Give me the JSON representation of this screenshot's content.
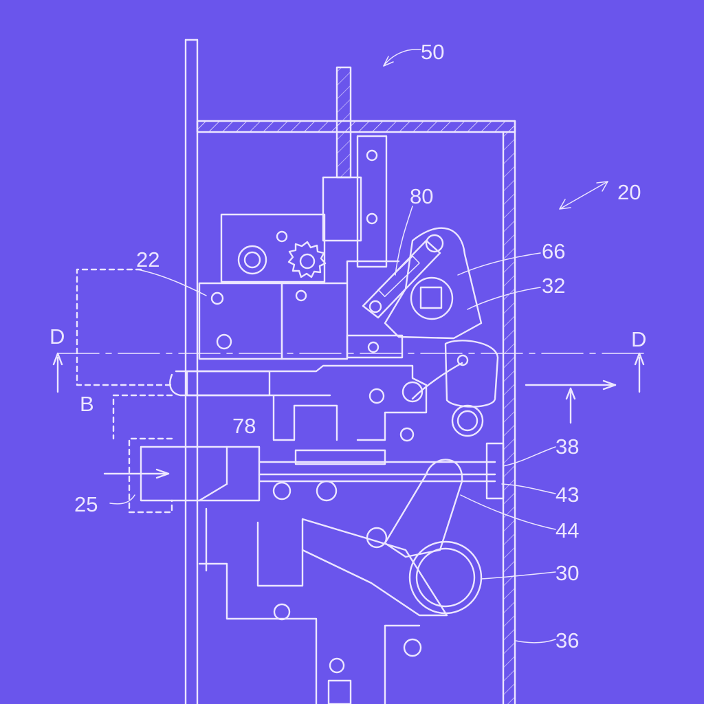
{
  "style": {
    "background": "#6a55ec",
    "line_color": "#ece6ff"
  },
  "labels": {
    "n50": "50",
    "n20": "20",
    "n80": "80",
    "n22": "22",
    "n66": "66",
    "n32": "32",
    "d_left": "D",
    "d_right": "D",
    "b": "B",
    "n78": "78",
    "n38": "38",
    "n25": "25",
    "n43": "43",
    "n44": "44",
    "n30": "30",
    "n36": "36"
  }
}
